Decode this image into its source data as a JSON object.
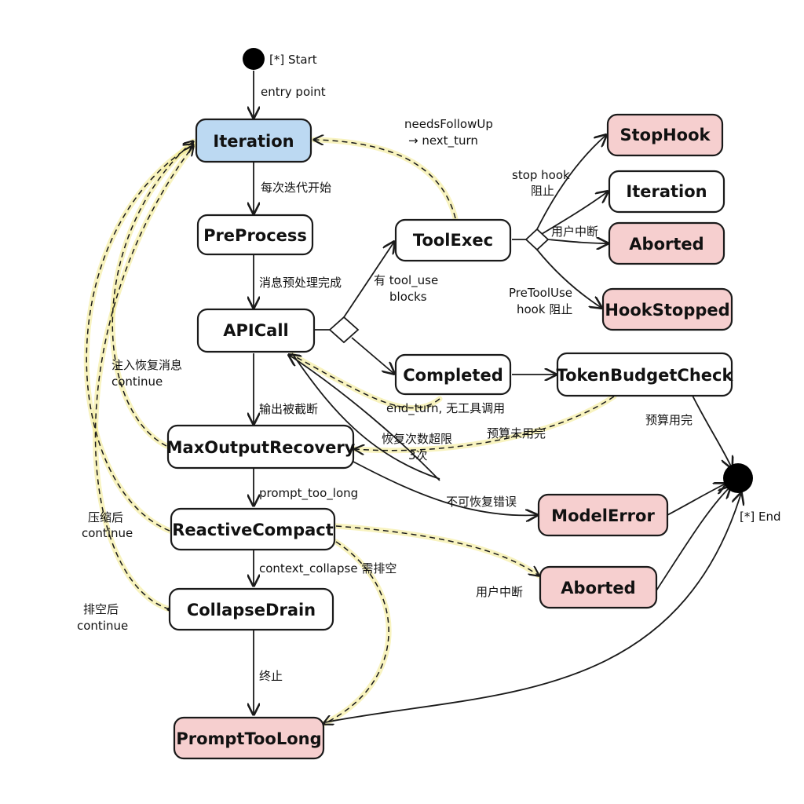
{
  "nodes": {
    "start_label": "[*] Start",
    "end_label": "[*] End",
    "iteration": "Iteration",
    "preprocess": "PreProcess",
    "apicall": "APICall",
    "toolexec": "ToolExec",
    "completed": "Completed",
    "token_budget_check": "TokenBudgetCheck",
    "max_output_recovery": "MaxOutputRecovery",
    "reactive_compact": "ReactiveCompact",
    "collapse_drain": "CollapseDrain",
    "prompt_too_long": "PromptTooLong",
    "stop_hook": "StopHook",
    "iteration_right": "Iteration",
    "aborted_top": "Aborted",
    "hook_stopped": "HookStopped",
    "model_error": "ModelError",
    "aborted_bottom": "Aborted"
  },
  "edges": {
    "entry_point": "entry point",
    "each_iteration_start": "每次迭代开始",
    "preprocess_done": "消息预处理完成",
    "has_tool_use_1": "有 tool_use",
    "has_tool_use_2": "blocks",
    "needs_follow_up_1": "needsFollowUp",
    "needs_follow_up_2": "→ next_turn",
    "stop_hook_1": "stop hook",
    "stop_hook_2": "阻止",
    "user_interrupt_top": "用户中断",
    "pretooluse_1": "PreToolUse",
    "pretooluse_2": "hook 阻止",
    "end_turn": "end_turn, 无工具调用",
    "budget_used_up": "预算用完",
    "budget_not_used_up": "预算未用完",
    "output_truncated": "输出被截断",
    "inject_recovery_1": "注入恢复消息",
    "inject_recovery_2": "continue",
    "recovery_limit_1": "恢复次数超限",
    "recovery_limit_2": "3次",
    "unrecoverable_error": "不可恢复错误",
    "prompt_too_long": "prompt_too_long",
    "after_compact_1": "压缩后",
    "after_compact_2": "continue",
    "context_collapse": "context_collapse 需排空",
    "user_interrupt_bottom": "用户中断",
    "after_drain_1": "排空后",
    "after_drain_2": "continue",
    "terminate": "终止"
  },
  "colors": {
    "start_box": "#bcd9f2",
    "error_box": "#f6cfcf",
    "normal_box": "#ffffff",
    "highlight": "#f3e98a"
  }
}
